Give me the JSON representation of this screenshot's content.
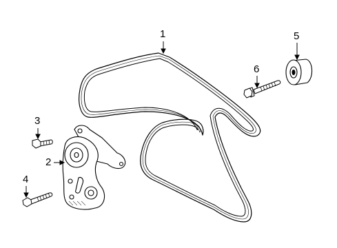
{
  "callouts": [
    {
      "id": "1",
      "label": "1",
      "part": "serpentine-belt"
    },
    {
      "id": "2",
      "label": "2",
      "part": "belt-tensioner"
    },
    {
      "id": "3",
      "label": "3",
      "part": "tensioner-bolt"
    },
    {
      "id": "4",
      "label": "4",
      "part": "tensioner-bolt"
    },
    {
      "id": "5",
      "label": "5",
      "part": "idler-pulley"
    },
    {
      "id": "6",
      "label": "6",
      "part": "idler-pulley-bolt"
    }
  ],
  "colors": {
    "line": "#000000",
    "background": "#ffffff",
    "hatch": "#444444"
  }
}
